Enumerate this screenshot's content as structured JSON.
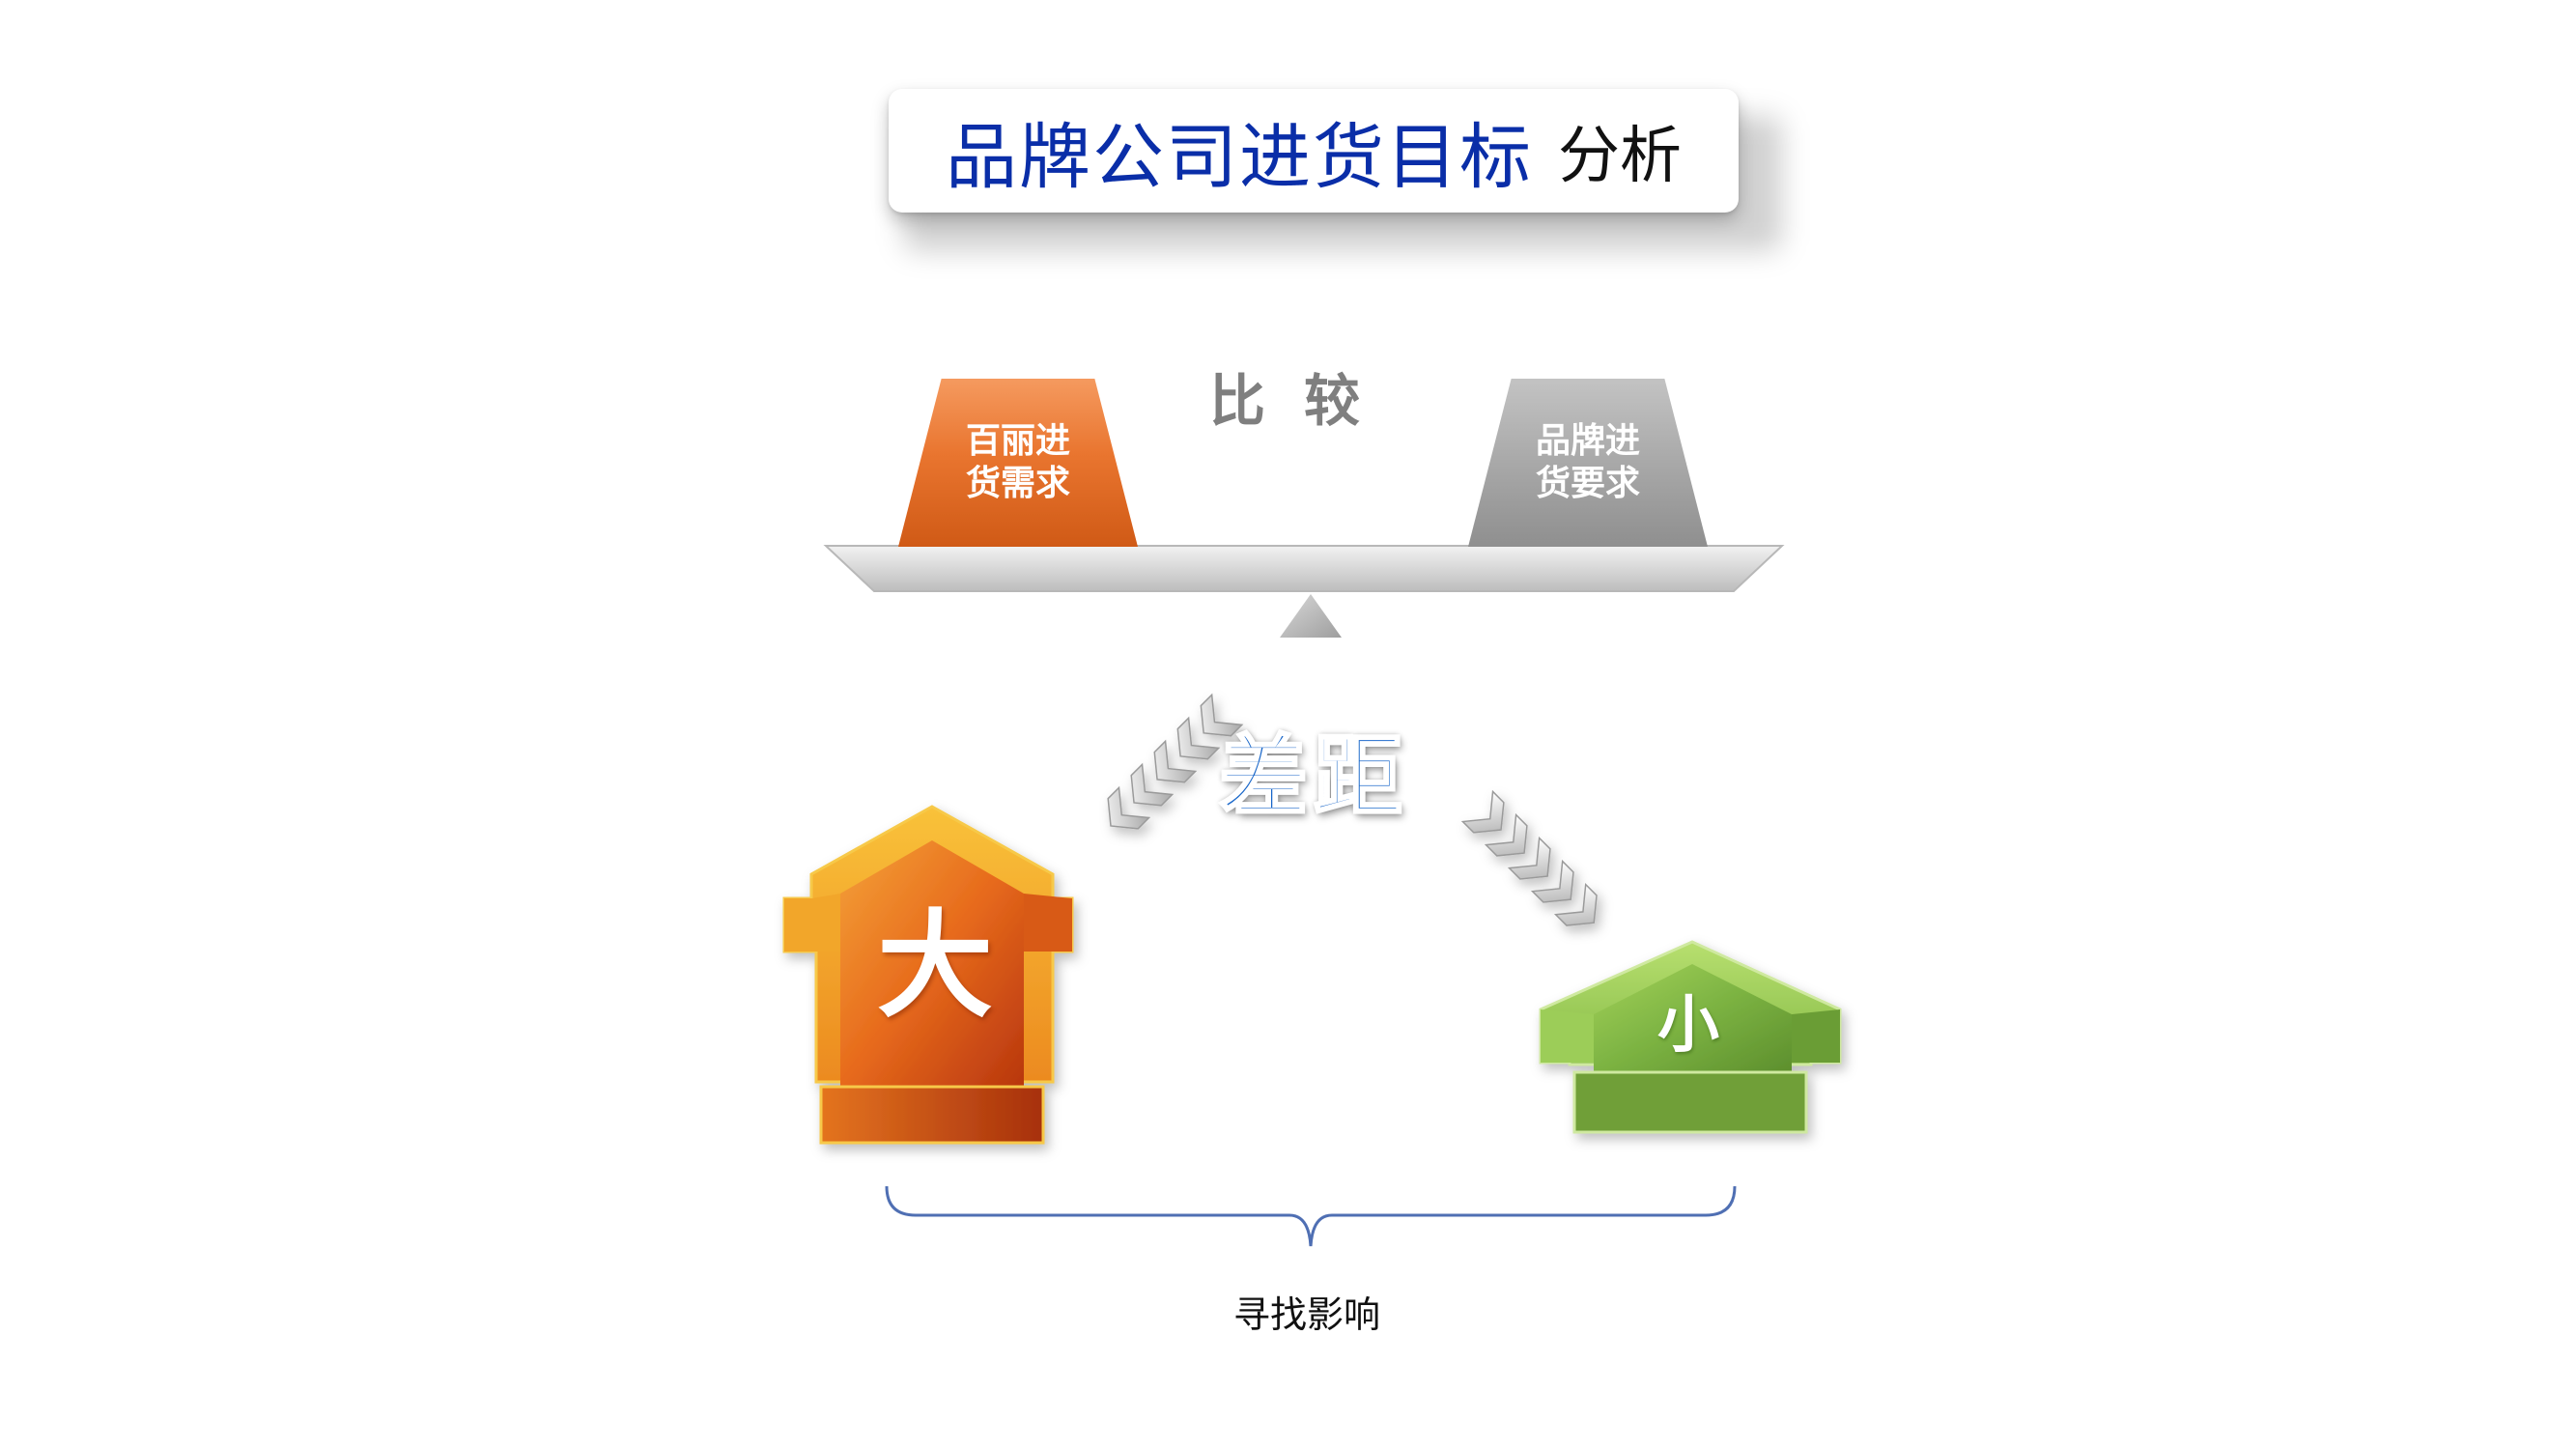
{
  "title": {
    "main": "品牌公司进货目标",
    "sub": "分析"
  },
  "compare": {
    "label": "比较"
  },
  "left_weight": {
    "line1": "百丽进",
    "line2": "货需求"
  },
  "right_weight": {
    "line1": "品牌进",
    "line2": "货要求"
  },
  "gap": {
    "label": "差距"
  },
  "big": {
    "label": "大"
  },
  "small": {
    "label": "小"
  },
  "bottom": {
    "label": "寻找影响"
  },
  "colors": {
    "title_blue": "#0a2ea8",
    "orange": "#e9752f",
    "gray": "#a6a6a6",
    "green": "#7cb342",
    "brace": "#4f6fb3"
  },
  "icons": [
    "balance-icon",
    "chevron-arrow-icon",
    "house-arrow-icon",
    "brace-icon"
  ]
}
